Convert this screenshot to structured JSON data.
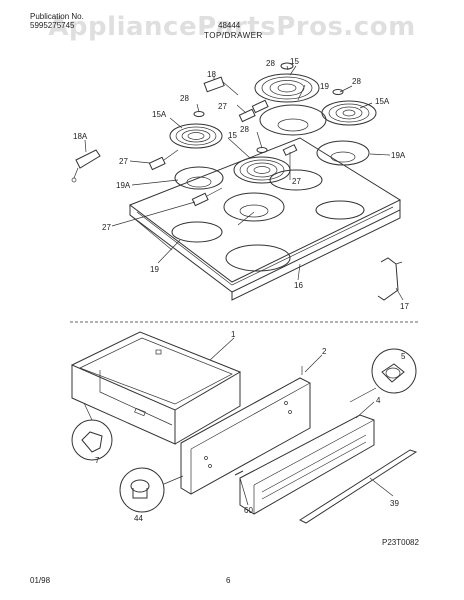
{
  "header": {
    "publication_label": "Publication No.",
    "publication_number": "5995275745",
    "model": "48444",
    "section_title": "TOP/DRAWER",
    "watermark": "AppliancePartsPros.com"
  },
  "footer": {
    "date": "01/98",
    "page": "6",
    "diagram_code": "P23T0082"
  },
  "top_labels": {
    "l28a": "28",
    "l15a": "15",
    "l18": "18",
    "l19a": "19",
    "l28b": "28",
    "l28c": "28",
    "l27a": "27",
    "l15Aa": "15A",
    "l15Ab": "15A",
    "l18A": "18A",
    "l15b": "15",
    "l28d": "28",
    "l19Aa": "19A",
    "l27b": "27",
    "l19Ab": "19A",
    "l27c": "27",
    "l27d": "27",
    "l19b": "19",
    "l16": "16",
    "l17": "17"
  },
  "bottom_labels": {
    "l1": "1",
    "l2": "2",
    "l5": "5",
    "l7": "7",
    "l4": "4",
    "l44": "44",
    "l60": "60",
    "l39": "39"
  }
}
